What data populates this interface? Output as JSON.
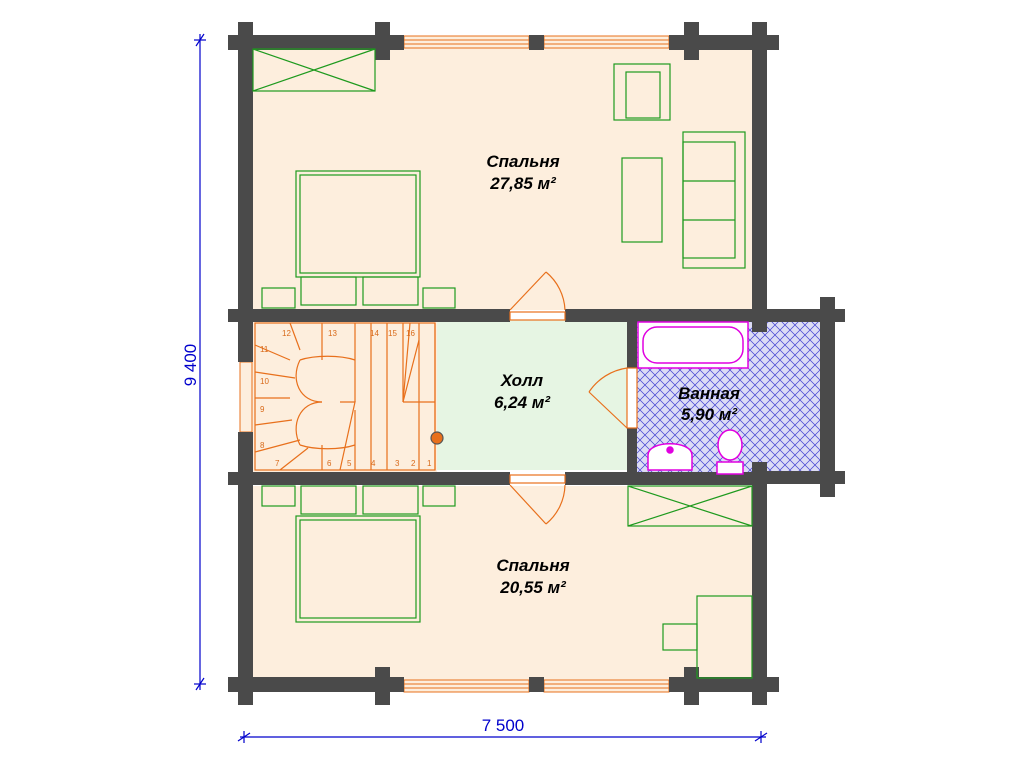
{
  "colors": {
    "wall": "#4a4a4a",
    "bedroom_floor": "#fdeedd",
    "hall_floor": "#e6f5e3",
    "bath_tile_fill": "#dcdcf5",
    "bath_tile_line": "#4040d0",
    "furniture": "#1e9a1e",
    "stairs": "#e8701c",
    "sanitary": "#e000e0",
    "dimension": "#0000cc",
    "window": "#e8701c"
  },
  "rooms": {
    "bedroom_top": {
      "name": "Спальня",
      "area": "27,85 м²"
    },
    "hall": {
      "name": "Холл",
      "area": "6,24 м²"
    },
    "bathroom": {
      "name": "Ванная",
      "area": "5,90 м²"
    },
    "bedroom_bottom": {
      "name": "Спальня",
      "area": "20,55 м²"
    }
  },
  "dimensions": {
    "width": "7 500",
    "height": "9 400"
  },
  "stairs": {
    "steps": [
      "1",
      "2",
      "3",
      "4",
      "5",
      "6",
      "7",
      "8",
      "9",
      "10",
      "11",
      "12",
      "13",
      "14",
      "15",
      "16"
    ]
  }
}
